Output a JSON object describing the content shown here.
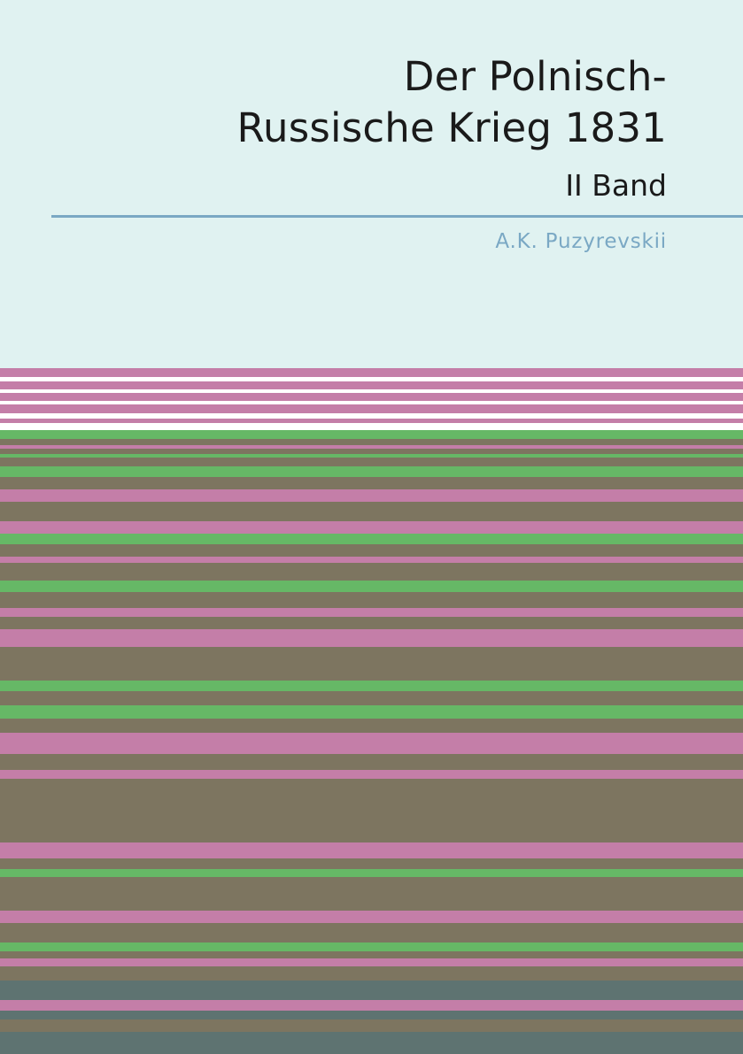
{
  "cover": {
    "title_lines": [
      "Der Polnisch-",
      "Russische Krieg 1831"
    ],
    "subtitle": "II Band",
    "author": "A.K. Puzyrevskii"
  },
  "colors": {
    "background": "#e0f2f1",
    "rule": "#7aa8c4",
    "author": "#7aa8c4",
    "pink": "#c47ea8",
    "green": "#66b866",
    "olive": "#7d7560",
    "white": "#ffffff",
    "slate": "#5e7371"
  }
}
